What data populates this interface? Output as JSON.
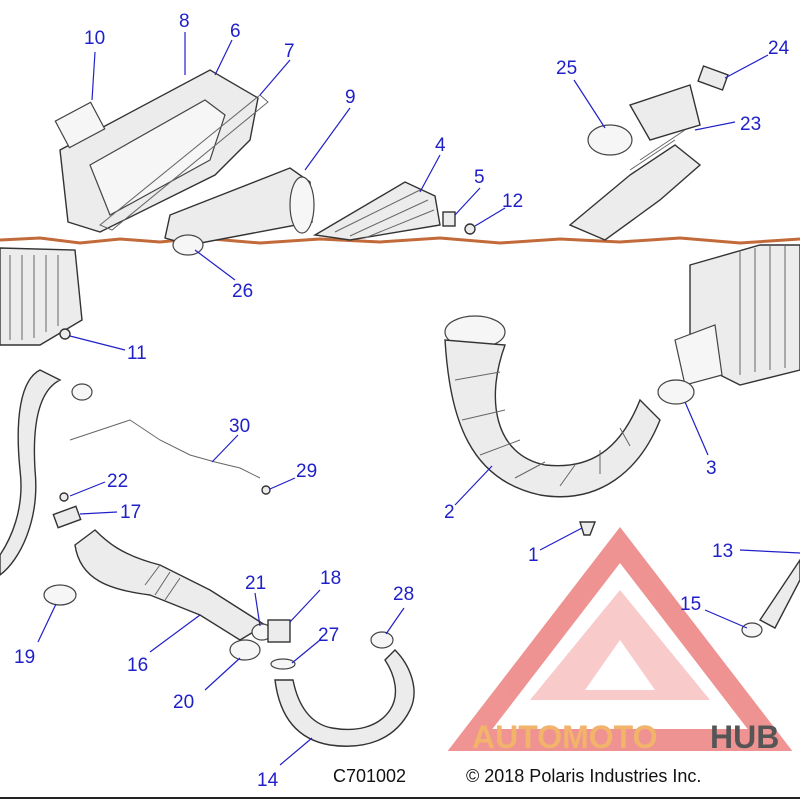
{
  "diagram": {
    "callouts": [
      "10",
      "8",
      "6",
      "7",
      "9",
      "4",
      "5",
      "12",
      "25",
      "24",
      "23",
      "26",
      "11",
      "30",
      "29",
      "22",
      "17",
      "3",
      "2",
      "1",
      "13",
      "15",
      "19",
      "16",
      "21",
      "18",
      "27",
      "20",
      "28",
      "14"
    ],
    "drawing_number": "C701002",
    "copyright": "© 2018 Polaris Industries Inc.",
    "watermark": {
      "brand_part1": "AUTOMOTO",
      "brand_part2": "HUB",
      "color_primary": "#e23a3a",
      "color_text1": "#f2b36a",
      "color_text2": "#555555"
    },
    "callout_color": "#2020c8"
  }
}
